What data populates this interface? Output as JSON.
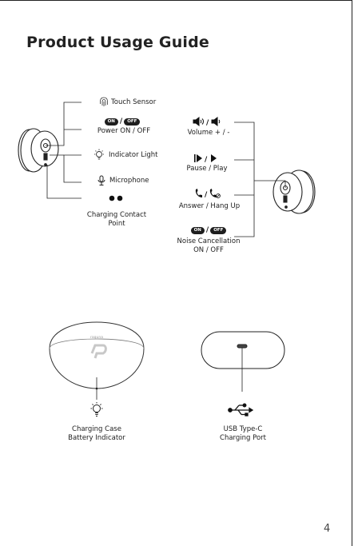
{
  "title": "Product Usage Guide",
  "left_labels": {
    "touch_sensor": "Touch Sensor",
    "power": "Power ON / OFF",
    "indicator_light": "Indicator Light",
    "microphone": "Microphone",
    "charging_contact_1": "Charging Contact",
    "charging_contact_2": "Point"
  },
  "right_labels": {
    "volume": "Volume + / -",
    "pause_play": "Pause / Play",
    "answer_hangup": "Answer / Hang Up",
    "noise_1": "Noise Cancellation",
    "noise_2": "ON / OFF"
  },
  "pills": {
    "on": "ON",
    "off": "OFF"
  },
  "case": {
    "battery_1": "Charging Case",
    "battery_2": "Battery Indicator",
    "usb_1": "USB Type-C",
    "usb_2": "Charging Port",
    "logo_text": "raguna"
  },
  "page_number": "4",
  "icons": [
    "fingerprint-icon",
    "light-bulb-icon",
    "microphone-icon",
    "speaker-icon",
    "play-pause-icon",
    "phone-icon",
    "usb-icon"
  ]
}
